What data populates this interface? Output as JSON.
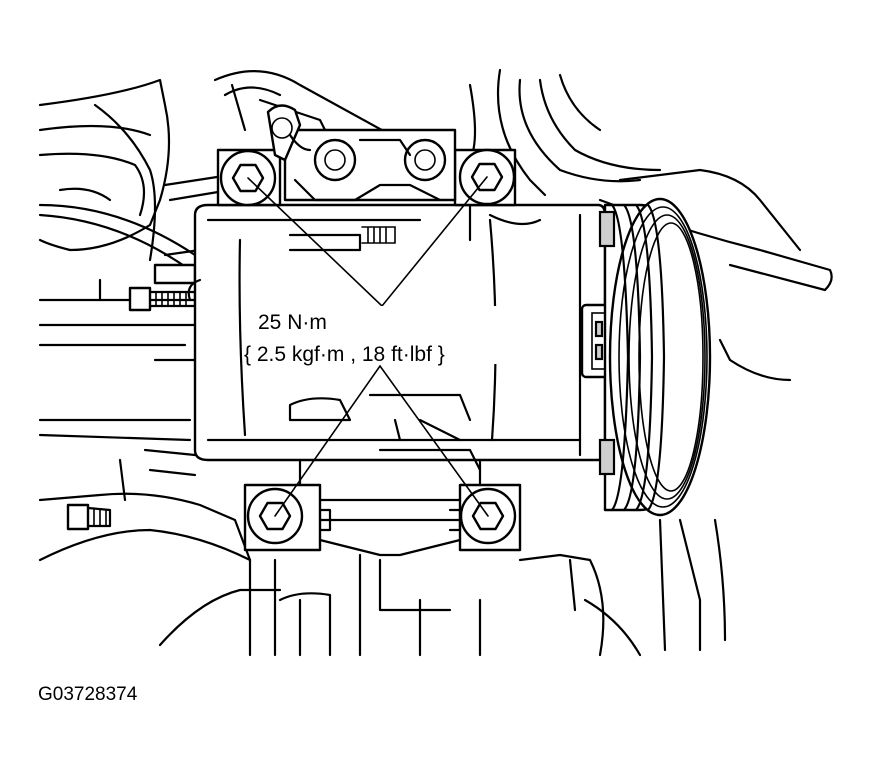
{
  "annotation": {
    "torque_nm": "25 N·m",
    "torque_alt": "{ 2.5 kgf·m , 18 ft·lbf }"
  },
  "figure_id": "G03728374",
  "icons": {
    "bolt": "hex-socket-bolt-icon",
    "pulley": "pulley-icon",
    "connector": "connector-icon"
  }
}
